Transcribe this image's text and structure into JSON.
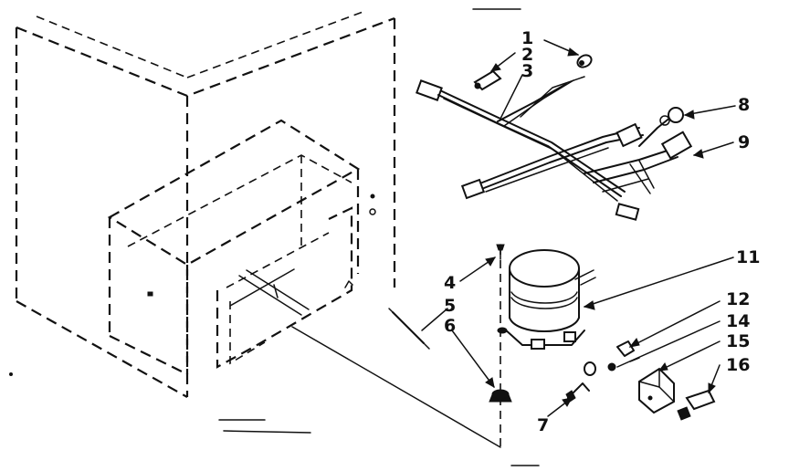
{
  "callouts": [
    {
      "id": "1",
      "label": "1"
    },
    {
      "id": "2",
      "label": "2"
    },
    {
      "id": "3",
      "label": "3"
    },
    {
      "id": "4",
      "label": "4"
    },
    {
      "id": "5",
      "label": "5"
    },
    {
      "id": "6",
      "label": "6"
    },
    {
      "id": "7",
      "label": "7"
    },
    {
      "id": "8",
      "label": "8"
    },
    {
      "id": "9",
      "label": "9"
    },
    {
      "id": "11",
      "label": "11"
    },
    {
      "id": "12",
      "label": "12"
    },
    {
      "id": "14",
      "label": "14"
    },
    {
      "id": "15",
      "label": "15"
    },
    {
      "id": "16",
      "label": "16"
    }
  ],
  "ink_color": "#111111",
  "background_color": "#ffffff"
}
